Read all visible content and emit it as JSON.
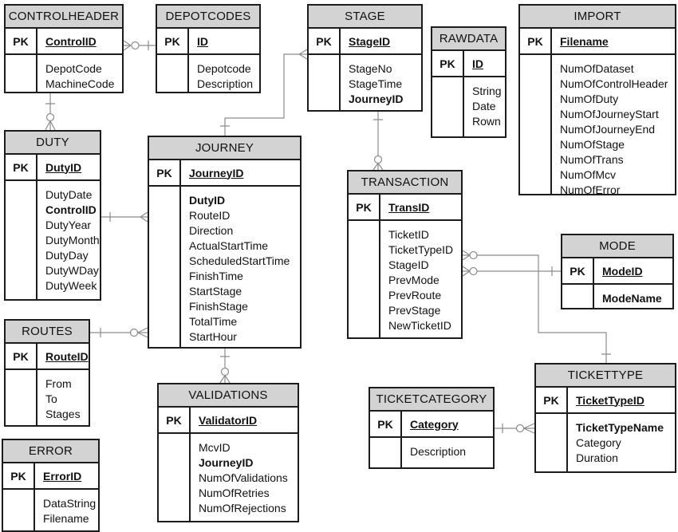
{
  "tables": [
    {
      "id": "controlheader",
      "title": "CONTROLHEADER",
      "pk_label": "PK",
      "pk": "ControlID",
      "attrs": [
        {
          "label": "DepotCode"
        },
        {
          "label": "MachineCode"
        }
      ]
    },
    {
      "id": "depotcodes",
      "title": "DEPOTCODES",
      "pk_label": "PK",
      "pk": "ID",
      "attrs": [
        {
          "label": "Depotcode"
        },
        {
          "label": "Description"
        }
      ]
    },
    {
      "id": "stage",
      "title": "STAGE",
      "pk_label": "PK",
      "pk": "StageID",
      "attrs": [
        {
          "label": "StageNo"
        },
        {
          "label": "StageTime"
        },
        {
          "label": "JourneyID",
          "bold": true
        }
      ]
    },
    {
      "id": "rawdata",
      "title": "RAWDATA",
      "pk_label": "PK",
      "pk": "ID",
      "attrs": [
        {
          "label": "String"
        },
        {
          "label": "Date"
        },
        {
          "label": "Rown"
        }
      ]
    },
    {
      "id": "import",
      "title": "IMPORT",
      "pk_label": "PK",
      "pk": "Filename",
      "attrs": [
        {
          "label": "NumOfDataset"
        },
        {
          "label": "NumOfControlHeader"
        },
        {
          "label": "NumOfDuty"
        },
        {
          "label": "NumOfJourneyStart"
        },
        {
          "label": "NumOfJourneyEnd"
        },
        {
          "label": "NumOfStage"
        },
        {
          "label": "NumOfTrans"
        },
        {
          "label": "NumOfMcv"
        },
        {
          "label": "NumOfError"
        }
      ]
    },
    {
      "id": "duty",
      "title": "DUTY",
      "pk_label": "PK",
      "pk": "DutyID",
      "attrs": [
        {
          "label": "DutyDate"
        },
        {
          "label": "ControlID",
          "bold": true
        },
        {
          "label": "DutyYear"
        },
        {
          "label": "DutyMonth"
        },
        {
          "label": "DutyDay"
        },
        {
          "label": "DutyWDay"
        },
        {
          "label": "DutyWeek"
        }
      ]
    },
    {
      "id": "journey",
      "title": "JOURNEY",
      "pk_label": "PK",
      "pk": "JourneyID",
      "attrs": [
        {
          "label": "DutyID",
          "bold": true
        },
        {
          "label": "RouteID"
        },
        {
          "label": "Direction"
        },
        {
          "label": "ActualStartTime"
        },
        {
          "label": "ScheduledStartTime"
        },
        {
          "label": "FinishTime"
        },
        {
          "label": "StartStage"
        },
        {
          "label": "FinishStage"
        },
        {
          "label": "TotalTime"
        },
        {
          "label": "StartHour"
        }
      ]
    },
    {
      "id": "transaction",
      "title": "TRANSACTION",
      "pk_label": "PK",
      "pk": "TransID",
      "attrs": [
        {
          "label": "TicketID"
        },
        {
          "label": "TicketTypeID"
        },
        {
          "label": "StageID"
        },
        {
          "label": "PrevMode"
        },
        {
          "label": "PrevRoute"
        },
        {
          "label": "PrevStage"
        },
        {
          "label": "NewTicketID"
        }
      ]
    },
    {
      "id": "mode",
      "title": "MODE",
      "pk_label": "PK",
      "pk": "ModeID",
      "attrs": [
        {
          "label": "ModeName",
          "bold": true
        }
      ]
    },
    {
      "id": "routes",
      "title": "ROUTES",
      "pk_label": "PK",
      "pk": "RouteID",
      "attrs": [
        {
          "label": "From"
        },
        {
          "label": "To"
        },
        {
          "label": "Stages"
        }
      ]
    },
    {
      "id": "validations",
      "title": "VALIDATIONS",
      "pk_label": "PK",
      "pk": "ValidatorID",
      "attrs": [
        {
          "label": "McvID"
        },
        {
          "label": "JourneyID",
          "bold": true
        },
        {
          "label": "NumOfValidations"
        },
        {
          "label": "NumOfRetries"
        },
        {
          "label": "NumOfRejections"
        }
      ]
    },
    {
      "id": "ticketcategory",
      "title": "TICKETCATEGORY",
      "pk_label": "PK",
      "pk": "Category",
      "attrs": [
        {
          "label": "Description"
        }
      ]
    },
    {
      "id": "tickettype",
      "title": "TICKETTYPE",
      "pk_label": "PK",
      "pk": "TicketTypeID",
      "attrs": [
        {
          "label": "TicketTypeName",
          "bold": true
        },
        {
          "label": "Category"
        },
        {
          "label": "Duration"
        }
      ]
    },
    {
      "id": "error",
      "title": "ERROR",
      "pk_label": "PK",
      "pk": "ErrorID",
      "attrs": [
        {
          "label": "DataString"
        },
        {
          "label": "Filename"
        }
      ]
    }
  ],
  "relationships": [
    {
      "one": "DEPOTCODES",
      "many": "CONTROLHEADER"
    },
    {
      "one": "CONTROLHEADER",
      "many": "DUTY"
    },
    {
      "one": "DUTY",
      "many": "JOURNEY"
    },
    {
      "one": "JOURNEY",
      "many": "STAGE"
    },
    {
      "one": "STAGE",
      "many": "TRANSACTION"
    },
    {
      "one": "TICKETTYPE",
      "many": "TRANSACTION"
    },
    {
      "one": "MODE",
      "many": "TRANSACTION"
    },
    {
      "one": "ROUTES",
      "many": "JOURNEY"
    },
    {
      "one": "JOURNEY",
      "many": "VALIDATIONS"
    },
    {
      "one": "TICKETCATEGORY",
      "many": "TICKETTYPE"
    }
  ],
  "colors": {
    "header_fill": "#d3d3d3",
    "table_border": "#1c1c1c",
    "relationship_line": "#8c8c8c"
  }
}
